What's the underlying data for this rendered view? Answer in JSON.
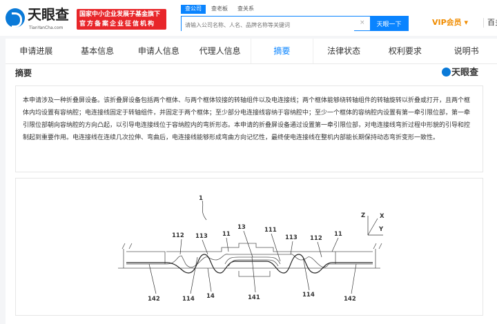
{
  "header": {
    "brand": "天眼查",
    "brand_sub": "TianYanCha.com",
    "badge_line1": "国家中小企业发展子基金旗下",
    "badge_line2": "官方备案企业征信机构",
    "search_tabs": [
      "查公司",
      "查老板",
      "查关系"
    ],
    "search_placeholder": "请输入公司名称、人名、品牌名称等关键词",
    "search_button": "天眼一下",
    "vip": "VIP会员 ▾",
    "more": "百多"
  },
  "tabs": [
    "申请进展",
    "基本信息",
    "申请人信息",
    "代理人信息",
    "摘要",
    "法律状态",
    "权利要求",
    "说明书"
  ],
  "section": {
    "title": "摘要",
    "watermark": "天眼查",
    "abstract": "本申请涉及一种折叠屏设备。该折叠屏设备包括两个框体、与两个框体铰接的转轴组件以及电连接线；两个框体能够绕转轴组件的转轴旋转以折叠或打开，且两个框体内均设置有容纳腔；电连接线固定于转轴组件，并固定于两个框体；至少部分电连接线容纳于容纳腔中；至少一个框体的容纳腔内设置有第一牵引限位部，第一牵引限位部朝向容纳腔的方向凸起，以引导电连接线位于容纳腔内的弯折形态。本申请的折叠屏设备通过设置第一牵引限位部，对电连接线弯折过程中形貌的引导和控制起到重要作用。电连接线在连续几次拉伸、弯曲后，电连接线能够形成弯曲方向记忆性，最终使电连接线在整机内部能长期保持动态弯折变形一致性。"
  },
  "figure": {
    "labels": [
      "1",
      "112",
      "113",
      "11",
      "13",
      "111",
      "113",
      "112",
      "11",
      "142",
      "114",
      "14",
      "141",
      "114",
      "142"
    ],
    "axes": [
      "Z",
      "X",
      "Y"
    ]
  }
}
